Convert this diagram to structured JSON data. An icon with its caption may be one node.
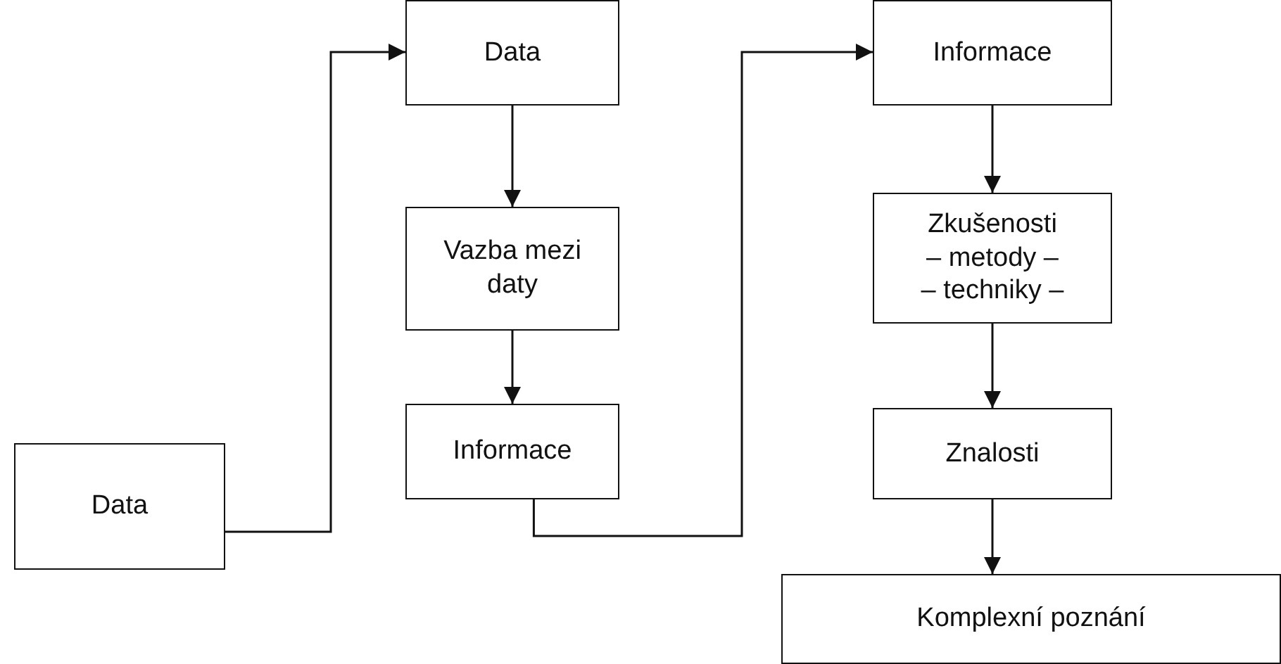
{
  "diagram": {
    "nodes": [
      {
        "text": [
          "Data"
        ]
      },
      {
        "text": [
          "Data"
        ]
      },
      {
        "text": [
          "Vazba mezi daty"
        ]
      },
      {
        "text": [
          "Informace"
        ]
      },
      {
        "text": [
          "Informace"
        ]
      },
      {
        "text": [
          "Zkušenosti",
          "– metody –",
          "– techniky –"
        ]
      },
      {
        "text": [
          "Znalosti"
        ]
      },
      {
        "text": [
          "Komplexní poznání"
        ]
      }
    ],
    "edges": [
      {
        "from": 0,
        "to": 1,
        "arrow": "to"
      },
      {
        "from": 1,
        "to": 2,
        "arrow": "to"
      },
      {
        "from": 2,
        "to": 3,
        "arrow": "to"
      },
      {
        "from": 3,
        "to": 4,
        "arrow": "to"
      },
      {
        "from": 4,
        "to": 5,
        "arrow": "to"
      },
      {
        "from": 5,
        "to": 6,
        "arrow": "to"
      },
      {
        "from": 6,
        "to": 7,
        "arrow": "to"
      }
    ]
  }
}
